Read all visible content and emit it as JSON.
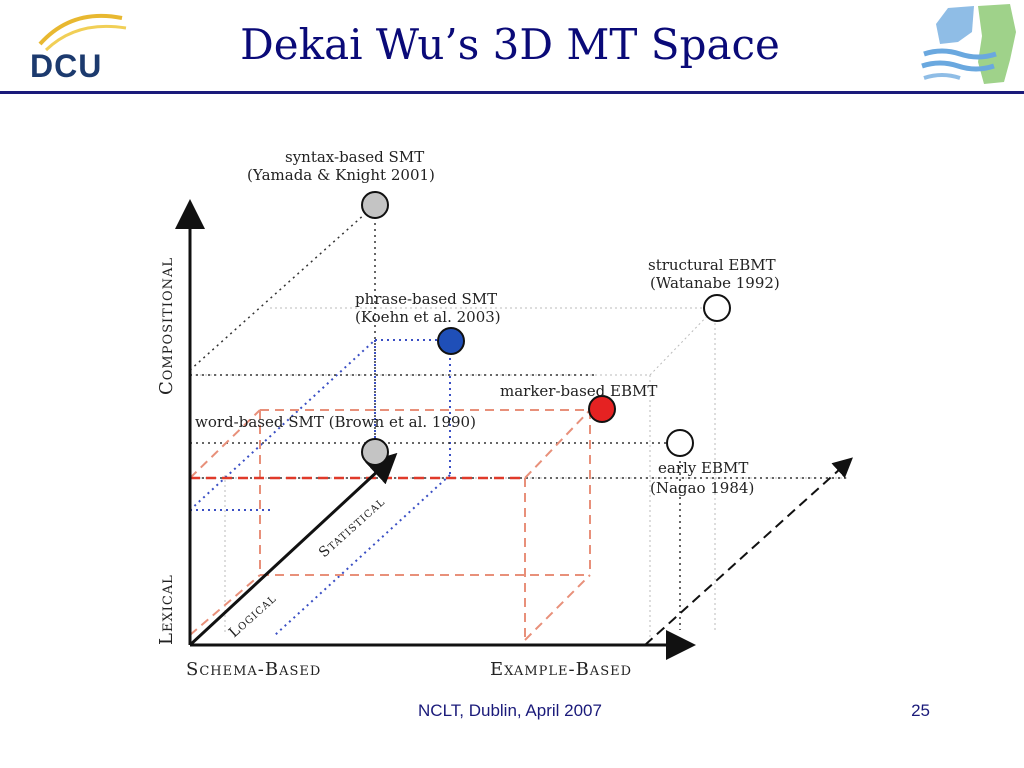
{
  "header": {
    "title": "Dekai Wu’s 3D MT Space",
    "logo_left_text": "DCU"
  },
  "diagram": {
    "axes": {
      "vertical_top": "Compositional",
      "vertical_bottom": "Lexical",
      "horizontal_left": "Schema-Based",
      "horizontal_right": "Example-Based",
      "diagonal_low": "Logical",
      "diagonal_high": "Statistical"
    },
    "systems": [
      {
        "line1": "syntax-based SMT",
        "line2": "(Yamada & Knight 2001)",
        "fill": "#c4c4c4"
      },
      {
        "line1": "structural EBMT",
        "line2": "(Watanabe 1992)",
        "fill": "#ffffff"
      },
      {
        "line1": "phrase-based SMT",
        "line2": "(Koehn et al. 2003)",
        "fill": "#1f4fb8"
      },
      {
        "line1": "marker-based EBMT",
        "line2": "",
        "fill": "#e52222"
      },
      {
        "line1": "word-based SMT (Brown et al. 1990)",
        "line2": "",
        "fill": "#c4c4c4"
      },
      {
        "line1": "early EBMT",
        "line2": "(Nagao 1984)",
        "fill": "#ffffff"
      }
    ]
  },
  "footer": {
    "text": "NCLT, Dublin, April 2007",
    "page": "25"
  },
  "colors": {
    "title": "#0a0a78",
    "rule": "#1a1a7a",
    "blue_dotted": "#3a4fc4",
    "red_dashed": "#e8907a"
  }
}
